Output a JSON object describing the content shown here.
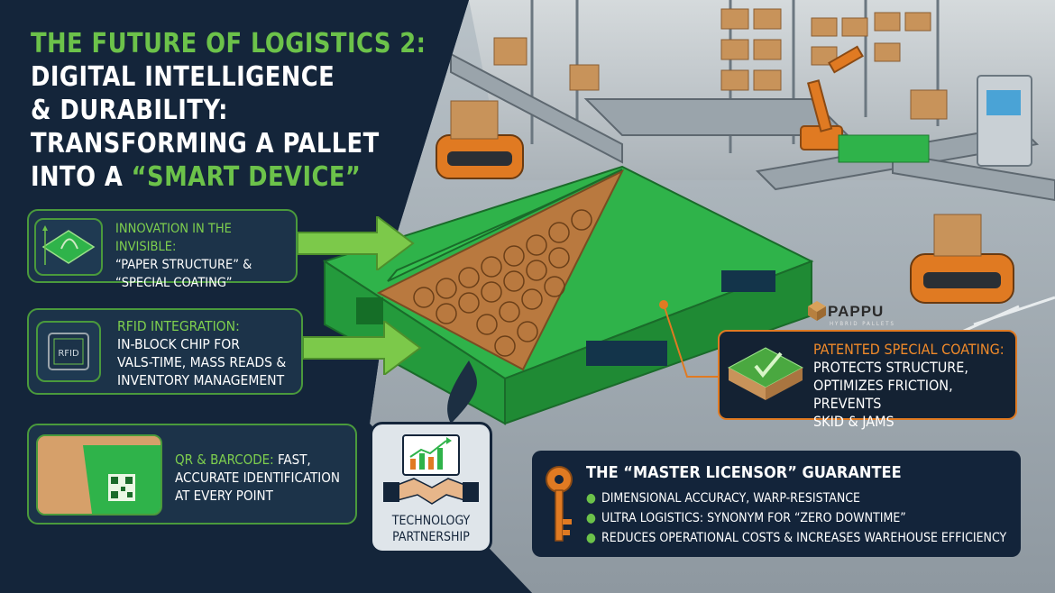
{
  "title": {
    "line1": "THE FUTURE OF LOGISTICS 2:",
    "line2": "DIGITAL INTELLIGENCE",
    "line3": "& DURABILITY:",
    "line4": "TRANSFORMING A PALLET",
    "line5_pre": "INTO A ",
    "line5_hl": "“SMART DEVICE”"
  },
  "cards": {
    "innovation": {
      "heading": "INNOVATION IN THE INVISIBLE:",
      "line1": "“PAPER STRUCTURE” &",
      "line2": "“SPECIAL COATING”"
    },
    "rfid": {
      "heading": "RFID INTEGRATION:",
      "line1": "IN-BLOCK CHIP FOR",
      "line2": "VALS-TIME, MASS READS &",
      "line3": "INVENTORY MANAGEMENT",
      "chip_label": "RFID"
    },
    "qr": {
      "heading": "QR & BARCODE:",
      "heading_rest": " FAST,",
      "line1": "ACCURATE IDENTIFICATION",
      "line2": "AT EVERY POINT"
    }
  },
  "coating": {
    "heading": "PATENTED SPECIAL COATING:",
    "line1": "PROTECTS STRUCTURE,",
    "line2": "OPTIMIZES FRICTION, PREVENTS",
    "line3": "SKID & JAMS"
  },
  "logo": {
    "name": "PAPPU",
    "tagline": "HYBRID PALLETS"
  },
  "partnership": {
    "line1": "TECHNOLOGY",
    "line2": "PARTNERSHIP"
  },
  "guarantee": {
    "heading": "THE “MASTER LICENSOR” GUARANTEE",
    "items": [
      "DIMENSIONAL ACCURACY, WARP-RESISTANCE",
      "ULTRA LOGISTICS: SYNONYM FOR “ZERO DOWNTIME”",
      "REDUCES OPERATIONAL COSTS & INCREASES WAREHOUSE EFFICIENCY"
    ]
  },
  "colors": {
    "navy": "#14253a",
    "green": "#2fb34a",
    "accent_green": "#6cc24a",
    "orange": "#e07a22"
  }
}
